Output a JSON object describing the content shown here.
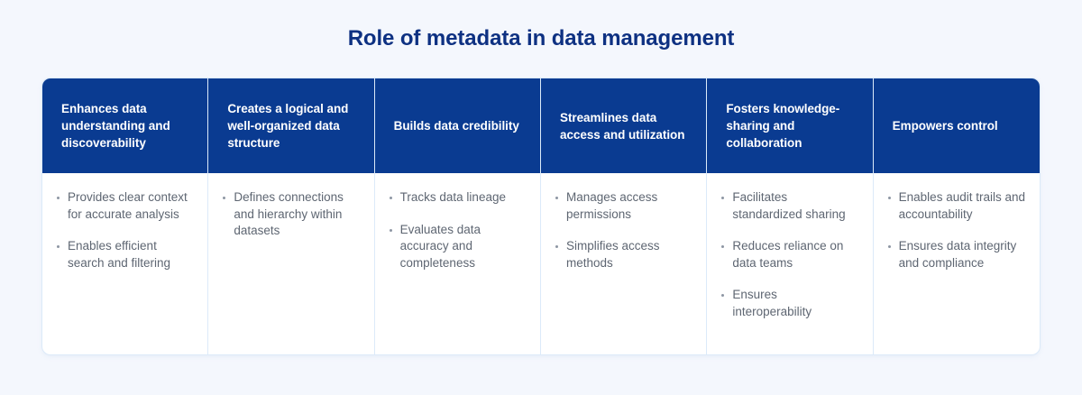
{
  "page": {
    "title": "Role of metadata in data management",
    "background_color": "#f4f7fd",
    "title_color": "#0e3182",
    "header_color": "#0a3b91",
    "body_text_color": "#5e6672",
    "card_background": "#ffffff",
    "divider_color": "#dceaf9"
  },
  "table": {
    "columns": [
      {
        "header": "Enhances data understanding and discoverability",
        "points": [
          "Provides clear context for accurate analysis",
          "Enables efficient search and filtering"
        ]
      },
      {
        "header": "Creates a logical and well-organized data structure",
        "points": [
          "Defines connections and hierarchy within datasets"
        ]
      },
      {
        "header": "Builds data credibility",
        "points": [
          "Tracks data lineage",
          "Evaluates data accuracy and completeness"
        ]
      },
      {
        "header": "Streamlines data access and utilization",
        "points": [
          "Manages access permissions",
          "Simplifies access methods"
        ]
      },
      {
        "header": "Fosters knowledge-sharing and collaboration",
        "points": [
          "Facilitates standardized sharing",
          "Reduces reliance on data teams",
          "Ensures interoperability"
        ]
      },
      {
        "header": "Empowers control",
        "points": [
          "Enables audit trails and accountability",
          "Ensures data integrity and compliance"
        ]
      }
    ]
  }
}
